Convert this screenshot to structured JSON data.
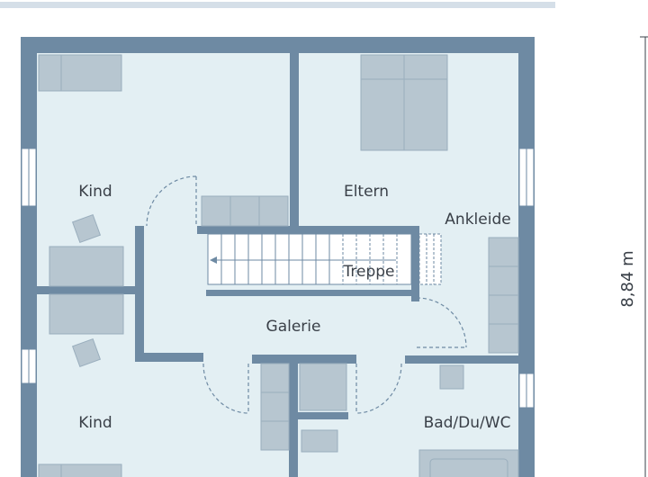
{
  "rooms": {
    "kind_top": "Kind",
    "eltern": "Eltern",
    "ankleide": "Ankleide",
    "treppe": "Treppe",
    "galerie": "Galerie",
    "kind_bottom": "Kind",
    "bad": "Bad/Du/WC"
  },
  "dimension": {
    "height_label": "8,84 m"
  },
  "colors": {
    "wall": "#6e8aa3",
    "floor": "#e3eff3",
    "furniture": "#b7c6d0",
    "furniture_edge": "#9aaebd",
    "header_bar": "#d5dfe8"
  }
}
